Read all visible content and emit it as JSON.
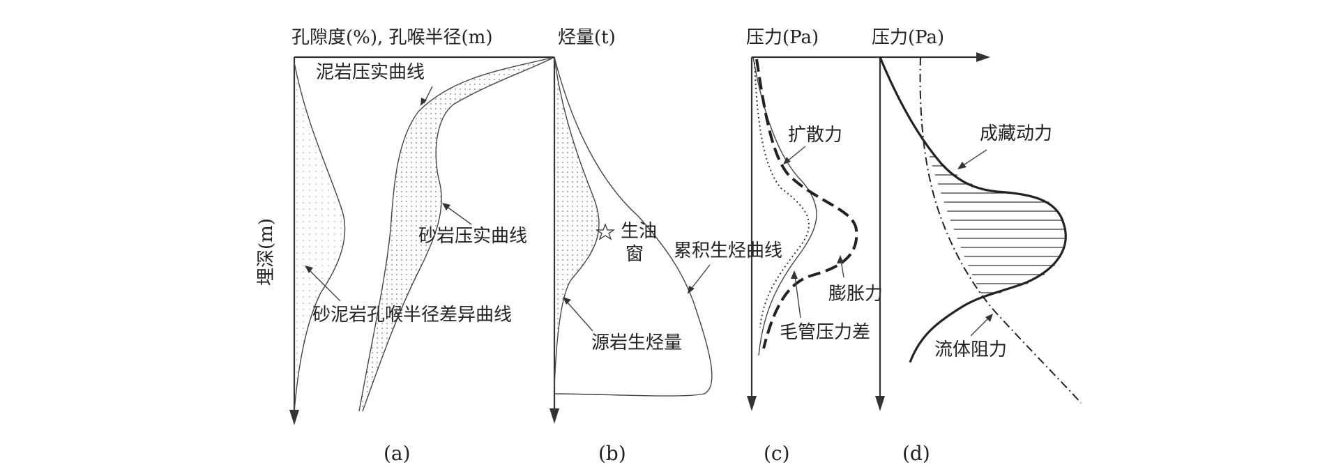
{
  "panel_a": {
    "axis_title": "孔隙度(%), 孔喉半径(m)",
    "depth_label": "埋深(m)",
    "mudstone_curve": "泥岩压实曲线",
    "sandstone_curve": "砂岩压实曲线",
    "difference_curve": "砂泥岩孔喉半径差异曲线",
    "caption": "(a)"
  },
  "panel_b": {
    "axis_title": "烃量(t)",
    "oil_window_1": "生油",
    "oil_window_2": "窗",
    "cumulative_curve": "累积生烃曲线",
    "source_rock": "源岩生烃量",
    "caption": "(b)"
  },
  "panel_c": {
    "axis_title": "压力(Pa)",
    "diffusion": "扩散力",
    "expansion": "膨胀力",
    "capillary": "毛管压力差",
    "caption": "(c)"
  },
  "panel_d": {
    "axis_title": "压力(Pa)",
    "accumulation": "成藏动力",
    "resistance": "流体阻力",
    "caption": "(d)"
  }
}
